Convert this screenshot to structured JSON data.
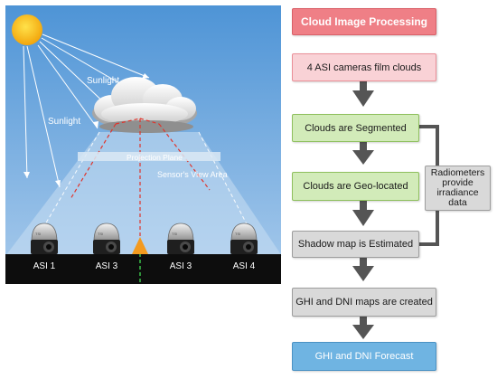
{
  "diagram": {
    "labels": {
      "sunlight_upper": "Sunlight",
      "sunlight_lower": "Sunlight",
      "projection_plane": "Projection Plane",
      "view_area": "Sensor's View Area"
    },
    "cameras": [
      {
        "label": "ASI 1",
        "badge": "TSI"
      },
      {
        "label": "ASI 3",
        "badge": "TSI"
      },
      {
        "label": "ASI 3",
        "badge": "TSI"
      },
      {
        "label": "ASI 4",
        "badge": "TSI"
      }
    ]
  },
  "flow": {
    "header": "Cloud Image Processing",
    "step1": "4 ASI cameras film clouds",
    "step2": "Clouds are Segmented",
    "step3": "Clouds are Geo-located",
    "step4": "Shadow map is Estimated",
    "step5": "GHI and DNI maps are created",
    "step6": "GHI and DNI Forecast",
    "radiometers": "Radiometers provide irradiance data"
  },
  "colors": {
    "sky": "#6aa7dd",
    "ground": "#0d0d0d",
    "header": "#ef7f86",
    "pink_box": "#f9d2d6",
    "green_box": "#d2ebb9",
    "gray_box": "#d9d9d9",
    "blue_box": "#6fb4e2",
    "arrow": "#555555"
  }
}
